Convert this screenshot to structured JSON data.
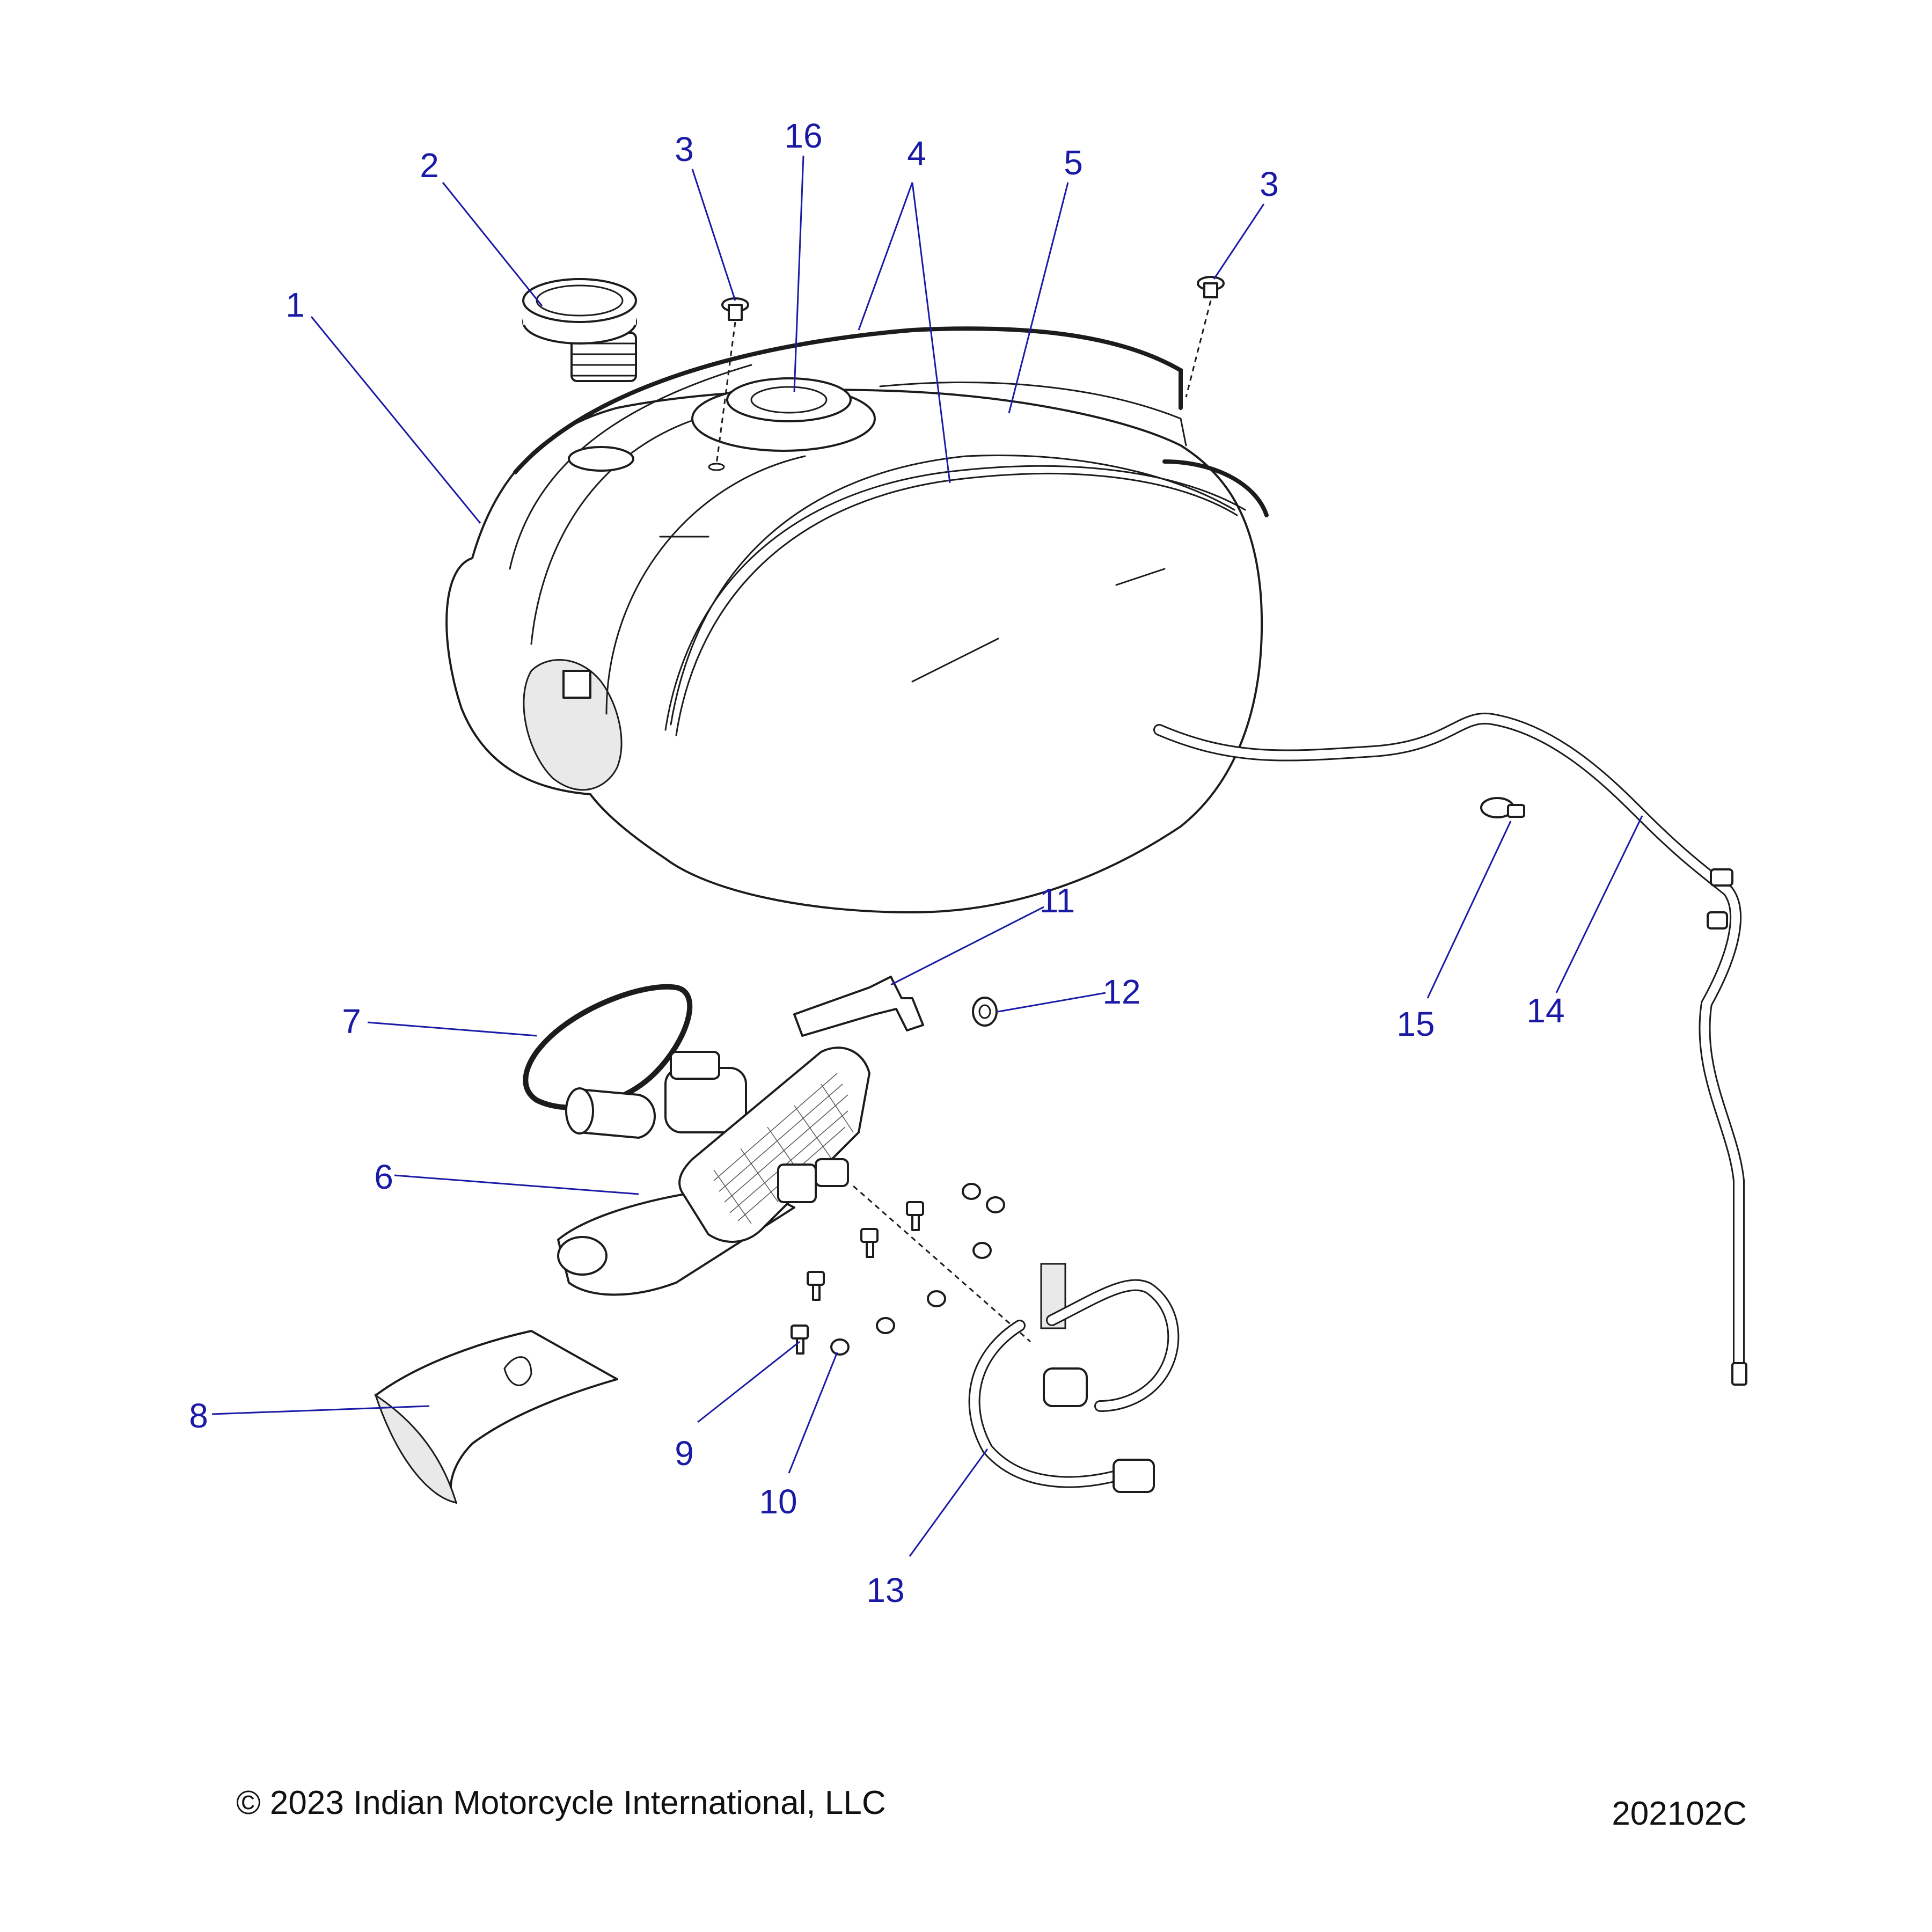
{
  "callouts": [
    {
      "id": "c1",
      "label": "1"
    },
    {
      "id": "c2",
      "label": "2"
    },
    {
      "id": "c3a",
      "label": "3"
    },
    {
      "id": "c16",
      "label": "16"
    },
    {
      "id": "c4",
      "label": "4"
    },
    {
      "id": "c5",
      "label": "5"
    },
    {
      "id": "c3b",
      "label": "3"
    },
    {
      "id": "c11",
      "label": "11"
    },
    {
      "id": "c12",
      "label": "12"
    },
    {
      "id": "c7",
      "label": "7"
    },
    {
      "id": "c15",
      "label": "15"
    },
    {
      "id": "c14",
      "label": "14"
    },
    {
      "id": "c6",
      "label": "6"
    },
    {
      "id": "c8",
      "label": "8"
    },
    {
      "id": "c9",
      "label": "9"
    },
    {
      "id": "c10",
      "label": "10"
    },
    {
      "id": "c13",
      "label": "13"
    }
  ],
  "footer": {
    "copyright": "© 2023 Indian Motorcycle International, LLC",
    "drawing_number": "202102C"
  },
  "colors": {
    "callout": "#1a1aa6",
    "linework": "#1c1c1c",
    "background": "#ffffff"
  }
}
